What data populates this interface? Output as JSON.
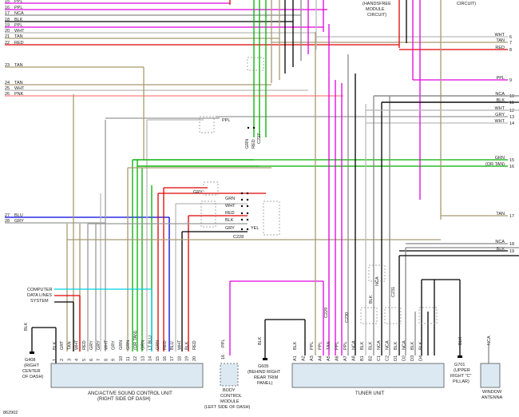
{
  "left_wires": [
    {
      "num": "15",
      "color": "PPL",
      "stroke": "#e000e0"
    },
    {
      "num": "16",
      "color": "PPL",
      "stroke": "#e000e0"
    },
    {
      "num": "17",
      "color": "NCA",
      "stroke": "#888888"
    },
    {
      "num": "18",
      "color": "BLK",
      "stroke": "#000000"
    },
    {
      "num": "19",
      "color": "PPL",
      "stroke": "#e000e0"
    },
    {
      "num": "20",
      "color": "WHT",
      "stroke": "#bbbbbb"
    },
    {
      "num": "21",
      "color": "TAN",
      "stroke": "#a89a70"
    },
    {
      "num": "22",
      "color": "RED",
      "stroke": "#e00000"
    },
    {
      "num": "23",
      "color": "TAN",
      "stroke": "#a89a70"
    },
    {
      "num": "24",
      "color": "TAN",
      "stroke": "#a89a70"
    },
    {
      "num": "25",
      "color": "WHT",
      "stroke": "#bbbbbb"
    },
    {
      "num": "26",
      "color": "PNK",
      "stroke": "#ff8080"
    },
    {
      "num": "27",
      "color": "BLU",
      "stroke": "#0000e0"
    },
    {
      "num": "28",
      "color": "GRY",
      "stroke": "#999999"
    }
  ],
  "right_wires": [
    {
      "num": "6",
      "color": "WHT",
      "stroke": "#bbbbbb"
    },
    {
      "num": "7",
      "color": "TAN",
      "stroke": "#a89a70"
    },
    {
      "num": "8",
      "color": "RED",
      "stroke": "#e00000"
    },
    {
      "num": "9",
      "color": "PPL",
      "stroke": "#e000e0"
    },
    {
      "num": "10",
      "color": "NCA",
      "stroke": "#888888"
    },
    {
      "num": "11",
      "color": "BLK",
      "stroke": "#000000"
    },
    {
      "num": "12",
      "color": "WHT",
      "stroke": "#bbbbbb"
    },
    {
      "num": "13",
      "color": "GRY",
      "stroke": "#999999"
    },
    {
      "num": "14",
      "color": "WHT",
      "stroke": "#bbbbbb"
    },
    {
      "num": "15",
      "color": "GRN",
      "stroke": "#00b000"
    },
    {
      "num": "16",
      "color": "(OR TAN)",
      "stroke": "#00b000"
    },
    {
      "num": "17",
      "color": "TAN",
      "stroke": "#a89a70"
    },
    {
      "num": "18",
      "color": "NCA",
      "stroke": "#888888"
    },
    {
      "num": "19",
      "color": "BLK",
      "stroke": "#000000"
    }
  ],
  "top_labels": {
    "handsfree": [
      "(HANDSFREE",
      "MODULE",
      "CIRCUIT)"
    ],
    "circuit": "CIRCUIT)"
  },
  "computer_data": [
    "COMPUTER",
    "DATA LINES",
    "SYSTEM"
  ],
  "splice_labels": [
    "C227",
    "C228",
    "C229",
    "C230",
    "C231"
  ],
  "amp_unit": {
    "pins": [
      {
        "num": "1",
        "color": "BLK"
      },
      {
        "num": "2",
        "color": "GRT"
      },
      {
        "num": "3",
        "color": "TAN"
      },
      {
        "num": "4",
        "color": "WHT"
      },
      {
        "num": "5",
        "color": "RED"
      },
      {
        "num": "6",
        "color": "GRY"
      },
      {
        "num": "7",
        "color": "GRY"
      },
      {
        "num": "8",
        "color": "WHT"
      },
      {
        "num": "9",
        "color": "GRY"
      },
      {
        "num": "10",
        "color": "GRN"
      },
      {
        "num": "11",
        "color": "GRN"
      },
      {
        "num": "12",
        "color": "(OR TAN)"
      },
      {
        "num": "13",
        "color": "GRN"
      },
      {
        "num": "14",
        "color": "LT BLU"
      },
      {
        "num": "15",
        "color": "GRN"
      },
      {
        "num": "16",
        "color": "RED"
      },
      {
        "num": "17",
        "color": "BLU"
      },
      {
        "num": "18",
        "color": "WHT"
      },
      {
        "num": "19",
        "color": "BLK"
      },
      {
        "num": "20",
        "color": "RED"
      }
    ],
    "name": "ANC/ACTIVE SOUND CONTROL UNIT",
    "sub": "(RIGHT SIDE OF DASH)"
  },
  "ground_g408": {
    "label": "BLK",
    "name": "G408",
    "desc": [
      "(RIGHT",
      "CENTER",
      "OF DASH)"
    ]
  },
  "bcm": {
    "pin": "16",
    "color": "PPL",
    "name": [
      "BODY",
      "CONTROL",
      "MODULE"
    ],
    "sub": "(LEFT SIDE OF DASH)"
  },
  "ground_g605": {
    "label": "BLK",
    "name": "G605",
    "desc": [
      "(BEHIND RIGHT",
      "REAR TRIM",
      "PANEL)"
    ]
  },
  "tuner_unit": {
    "pins": [
      {
        "num": "A1",
        "color": "BLK"
      },
      {
        "num": "A2",
        "color": ""
      },
      {
        "num": "A3",
        "color": "PPL"
      },
      {
        "num": "A4",
        "color": "PPL"
      },
      {
        "num": "A5",
        "color": "TAN"
      },
      {
        "num": "A6",
        "color": "PPL"
      },
      {
        "num": "A7",
        "color": "PPL"
      },
      {
        "num": "A8",
        "color": "NCA"
      },
      {
        "num": "B1",
        "color": "BLK"
      },
      {
        "num": "B2",
        "color": "BLK"
      },
      {
        "num": "C1",
        "color": "NCA"
      },
      {
        "num": "C2",
        "color": "NCA"
      },
      {
        "num": "D1",
        "color": "BLK"
      },
      {
        "num": "D2",
        "color": "NCA"
      },
      {
        "num": "D3",
        "color": "BLK"
      },
      {
        "num": "D4",
        "color": "BLK"
      }
    ],
    "name": "TUNER UNIT"
  },
  "ground_g701": {
    "label": "BLK",
    "name": "G701",
    "desc": [
      "(UPPER",
      "RIGHT \"C\"",
      "PILLAR)"
    ]
  },
  "window_antenna": {
    "color": "NCA",
    "name": [
      "WINDOW",
      "ANTENNA"
    ]
  },
  "mid_labels": [
    "GRY",
    "GRN",
    "WHT",
    "RED",
    "BLK",
    "GRY",
    "YEL",
    "PPL",
    "RED",
    "GRN",
    "BLK",
    "NCA"
  ],
  "figure_id": "862902"
}
